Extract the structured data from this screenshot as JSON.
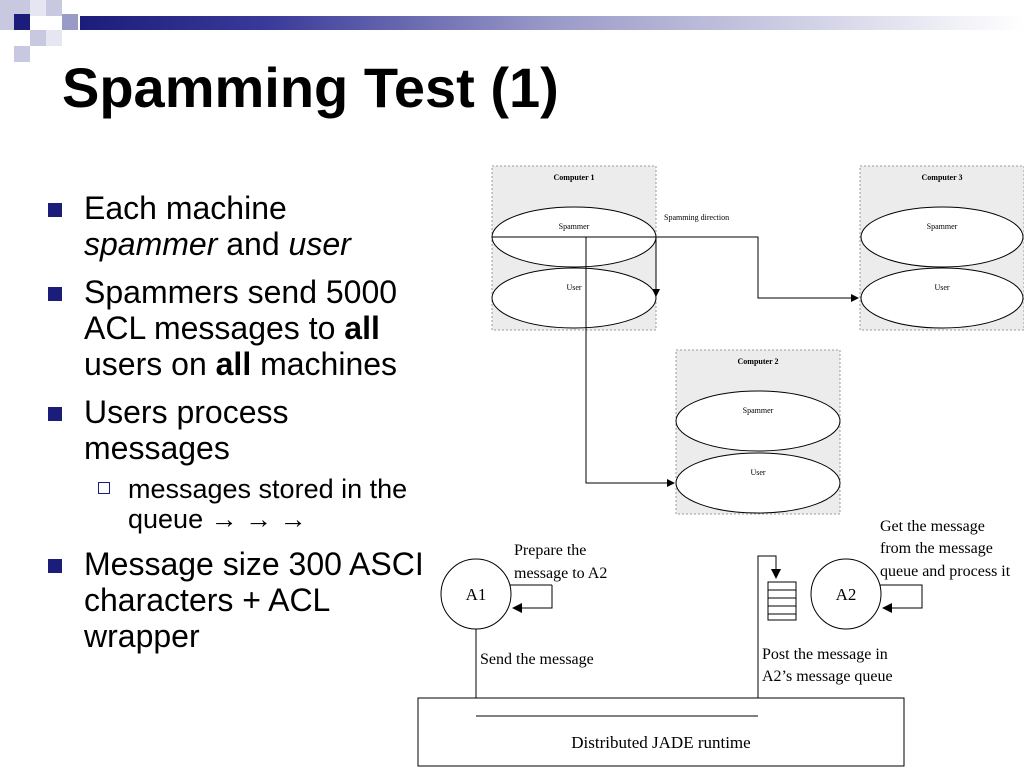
{
  "slide": {
    "title": "Spamming Test (1)",
    "colors": {
      "accent": "#1c1c7a",
      "box_fill": "#ececec"
    },
    "bullets": [
      {
        "plain": "Each machine",
        "em1": "spammer",
        "mid": "and",
        "em2": "user"
      },
      {
        "p1": "Spammers send 5000 ACL messages to",
        "b1": "all",
        "p2": "users on",
        "b2": "all",
        "p3": "machines"
      },
      {
        "text": "Users process messages",
        "sub": {
          "text": "messages stored in the queue",
          "arrows": "→ → →"
        }
      },
      {
        "text": "Message size 300 ASCI characters + ACL wrapper"
      }
    ]
  },
  "diagram_top": {
    "computers": [
      {
        "label": "Computer 1",
        "spammer": "Spammer",
        "user": "User"
      },
      {
        "label": "Computer 3",
        "spammer": "Spammer",
        "user": "User"
      },
      {
        "label": "Computer 2",
        "spammer": "Spammer",
        "user": "User"
      }
    ],
    "direction_label": "Spamming direction"
  },
  "diagram_bottom": {
    "a1": "A1",
    "a2": "A2",
    "prepare_label": [
      "Prepare the",
      "message to A2"
    ],
    "send_label": "Send the message",
    "post_label": [
      "Post the message in",
      "A2’s message queue"
    ],
    "get_label": [
      "Get the message",
      "from the message",
      "queue and process it"
    ],
    "runtime_label": "Distributed JADE runtime"
  }
}
